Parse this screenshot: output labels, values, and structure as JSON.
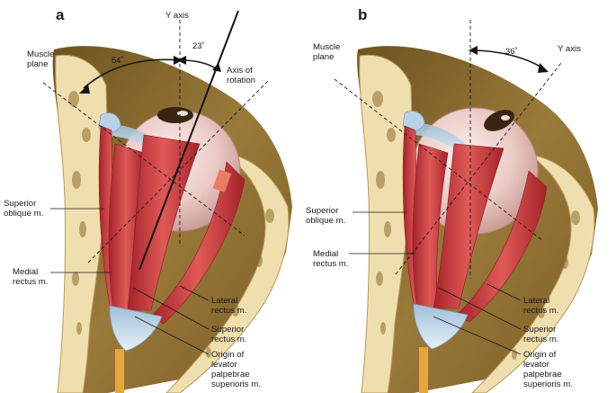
{
  "panels": {
    "a": {
      "letter": "a",
      "y_axis": "Y axis",
      "muscle_plane": [
        "Muscle",
        "plane"
      ],
      "axis_of_rotation": [
        "Axis of",
        "rotation"
      ],
      "angle_left": "54˚",
      "angle_right": "23˚",
      "superior_oblique": [
        "Superior",
        "oblique m."
      ],
      "medial_rectus": [
        "Medial",
        "rectus m."
      ],
      "lateral_rectus": [
        "Lateral",
        "rectus m."
      ],
      "superior_rectus": [
        "Superior",
        "rectus m."
      ],
      "levator": [
        "Origin of",
        "levator",
        "palpebrae",
        "superioris m."
      ]
    },
    "b": {
      "letter": "b",
      "y_axis": "Y axis",
      "muscle_plane": [
        "Muscle",
        "plane"
      ],
      "angle": "36˚",
      "superior_oblique": [
        "Superior",
        "oblique m."
      ],
      "medial_rectus": [
        "Medial",
        "rectus m."
      ],
      "lateral_rectus": [
        "Lateral",
        "rectus m."
      ],
      "superior_rectus": [
        "Superior",
        "rectus m."
      ],
      "levator": [
        "Origin of",
        "levator",
        "palpebrae",
        "superioris m."
      ]
    }
  },
  "colors": {
    "orbit_brown": "#8a6b2e",
    "bone": "#f0dfae",
    "muscle_red": "#c9373a",
    "globe": "#e9c8c4",
    "tendon": "#b9d3e6"
  }
}
